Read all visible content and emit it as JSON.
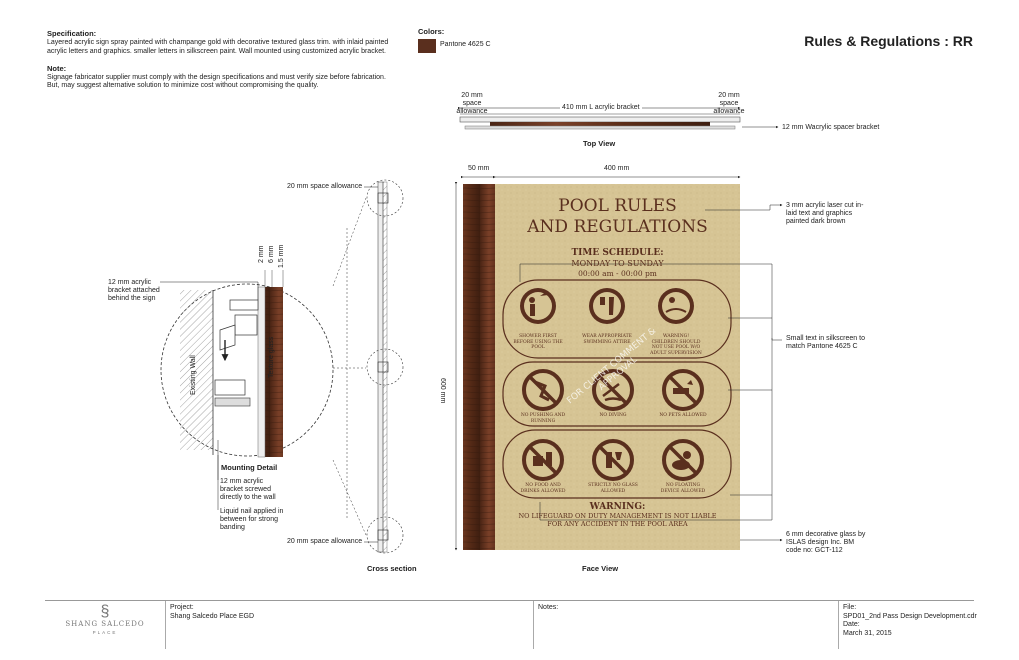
{
  "spec": {
    "heading": "Specification:",
    "text": "Layered acrylic sign spray painted with champange gold with decorative textured glass trim. with inlaid painted acrylic letters and graphics. smaller letters in silkscreen paint. Wall mounted using customized acrylic bracket.",
    "note_heading": "Note:",
    "note_text": "Signage fabricator supplier must comply with the design specifications and must verify size before fabrication. But, may suggest alternative solution to minimize cost without compromising the quality."
  },
  "colors": {
    "heading": "Colors:",
    "swatch_label": "Pantone 4625 C",
    "swatch_hex": "#5a2f1e"
  },
  "title": "Rules & Regulations : RR",
  "top_view": {
    "caption": "Top View",
    "left_allowance": "20 mm space allowance",
    "right_allowance": "20 mm space allowance",
    "bracket": "410 mm L acrylic bracket",
    "spacer": "12 mm Wacrylic spacer bracket"
  },
  "mounting": {
    "caption": "Mounting Detail",
    "bracket_behind": "12 mm acrylic bracket attached behind the sign",
    "dim_2": "2 mm",
    "dim_6": "6 mm",
    "dim_15": "1.5 mm",
    "wall": "Existing Wall",
    "glass": "Texture glass",
    "screwed": "12 mm acrylic bracket screwed directly to the wall",
    "liquid": "Liquid nail applied in between for strong banding"
  },
  "cross": {
    "caption": "Cross section",
    "allowance_top": "20 mm space allowance",
    "allowance_bottom": "20 mm space allowance"
  },
  "face": {
    "caption": "Face View",
    "dim_50": "50 mm",
    "dim_400": "400 mm",
    "dim_600": "600 mm",
    "sign_title_1": "POOL RULES",
    "sign_title_2": "AND REGULATIONS",
    "schedule_head": "TIME SCHEDULE:",
    "schedule_days": "MONDAY TO SUNDAY",
    "schedule_hours": "00:00 am - 00:00 pm",
    "rules": [
      "SHOWER FIRST BEFORE USING THE POOL",
      "WEAR APPROPRIATE SWIMMING ATTIRE",
      "WARNING! CHILDREN SHOULD NOT USE POOL W/O ADULT SUPERVISION",
      "NO PUSHING AND RUNNING",
      "NO DIVING",
      "NO PETS ALLOWED",
      "NO FOOD AND DRINKS ALLOWED",
      "STRICTLY NO GLASS ALLOWED",
      "NO FLOATING DEVICE ALLOWED"
    ],
    "warning_head": "WARNING:",
    "warning_text": "NO LIFEGUARD ON DUTY MANAGEMENT IS NOT LIABLE FOR ANY ACCIDENT IN THE POOL AREA",
    "watermark": "FOR CLIENT COMMENT & APPROVAL",
    "note_laser": "3 mm acrylic laser cut in-laid text and graphics painted dark brown",
    "note_small": "Small text in silkscreen to match Pantone 4625 C",
    "note_glass": "6 mm decorative glass by ISLAS design Inc. BM code no: GCT-112"
  },
  "footer": {
    "logo_name": "SHANG SALCEDO",
    "logo_sub": "PLACE",
    "project_label": "Project:",
    "project_value": "Shang Salcedo Place EGD",
    "notes_label": "Notes:",
    "file_label": "File:",
    "file_value": "SPD01_2nd Pass Design Development.cdr",
    "date_label": "Date:",
    "date_value": "March 31, 2015"
  }
}
